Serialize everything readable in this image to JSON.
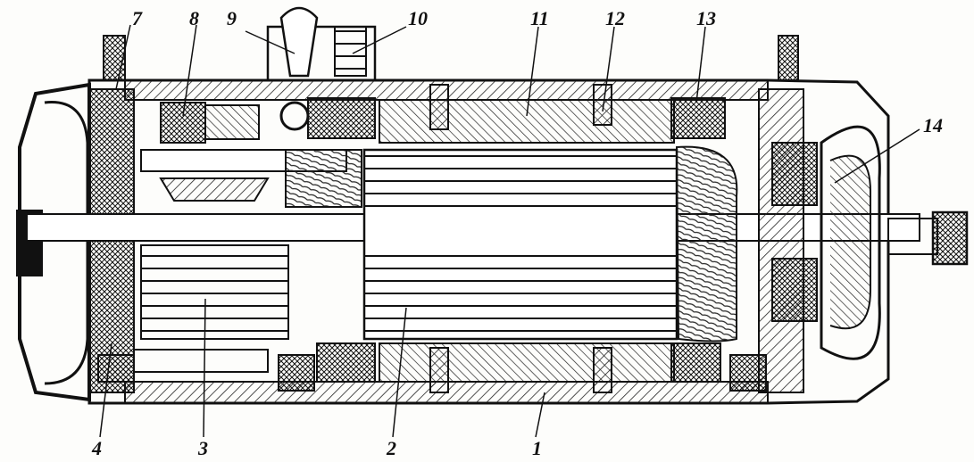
{
  "figure": {
    "callouts": [
      {
        "id": "c1",
        "text": "1"
      },
      {
        "id": "c2",
        "text": "2"
      },
      {
        "id": "c3",
        "text": "3"
      },
      {
        "id": "c4",
        "text": "4"
      },
      {
        "id": "c7",
        "text": "7"
      },
      {
        "id": "c8",
        "text": "8"
      },
      {
        "id": "c9",
        "text": "9"
      },
      {
        "id": "c10",
        "text": "10"
      },
      {
        "id": "c11",
        "text": "11"
      },
      {
        "id": "c12",
        "text": "12"
      },
      {
        "id": "c13",
        "text": "13"
      },
      {
        "id": "c14",
        "text": "14"
      }
    ]
  },
  "colors": {
    "ink": "#111111",
    "paper": "#fdfdfb",
    "hatch": "#222222"
  }
}
